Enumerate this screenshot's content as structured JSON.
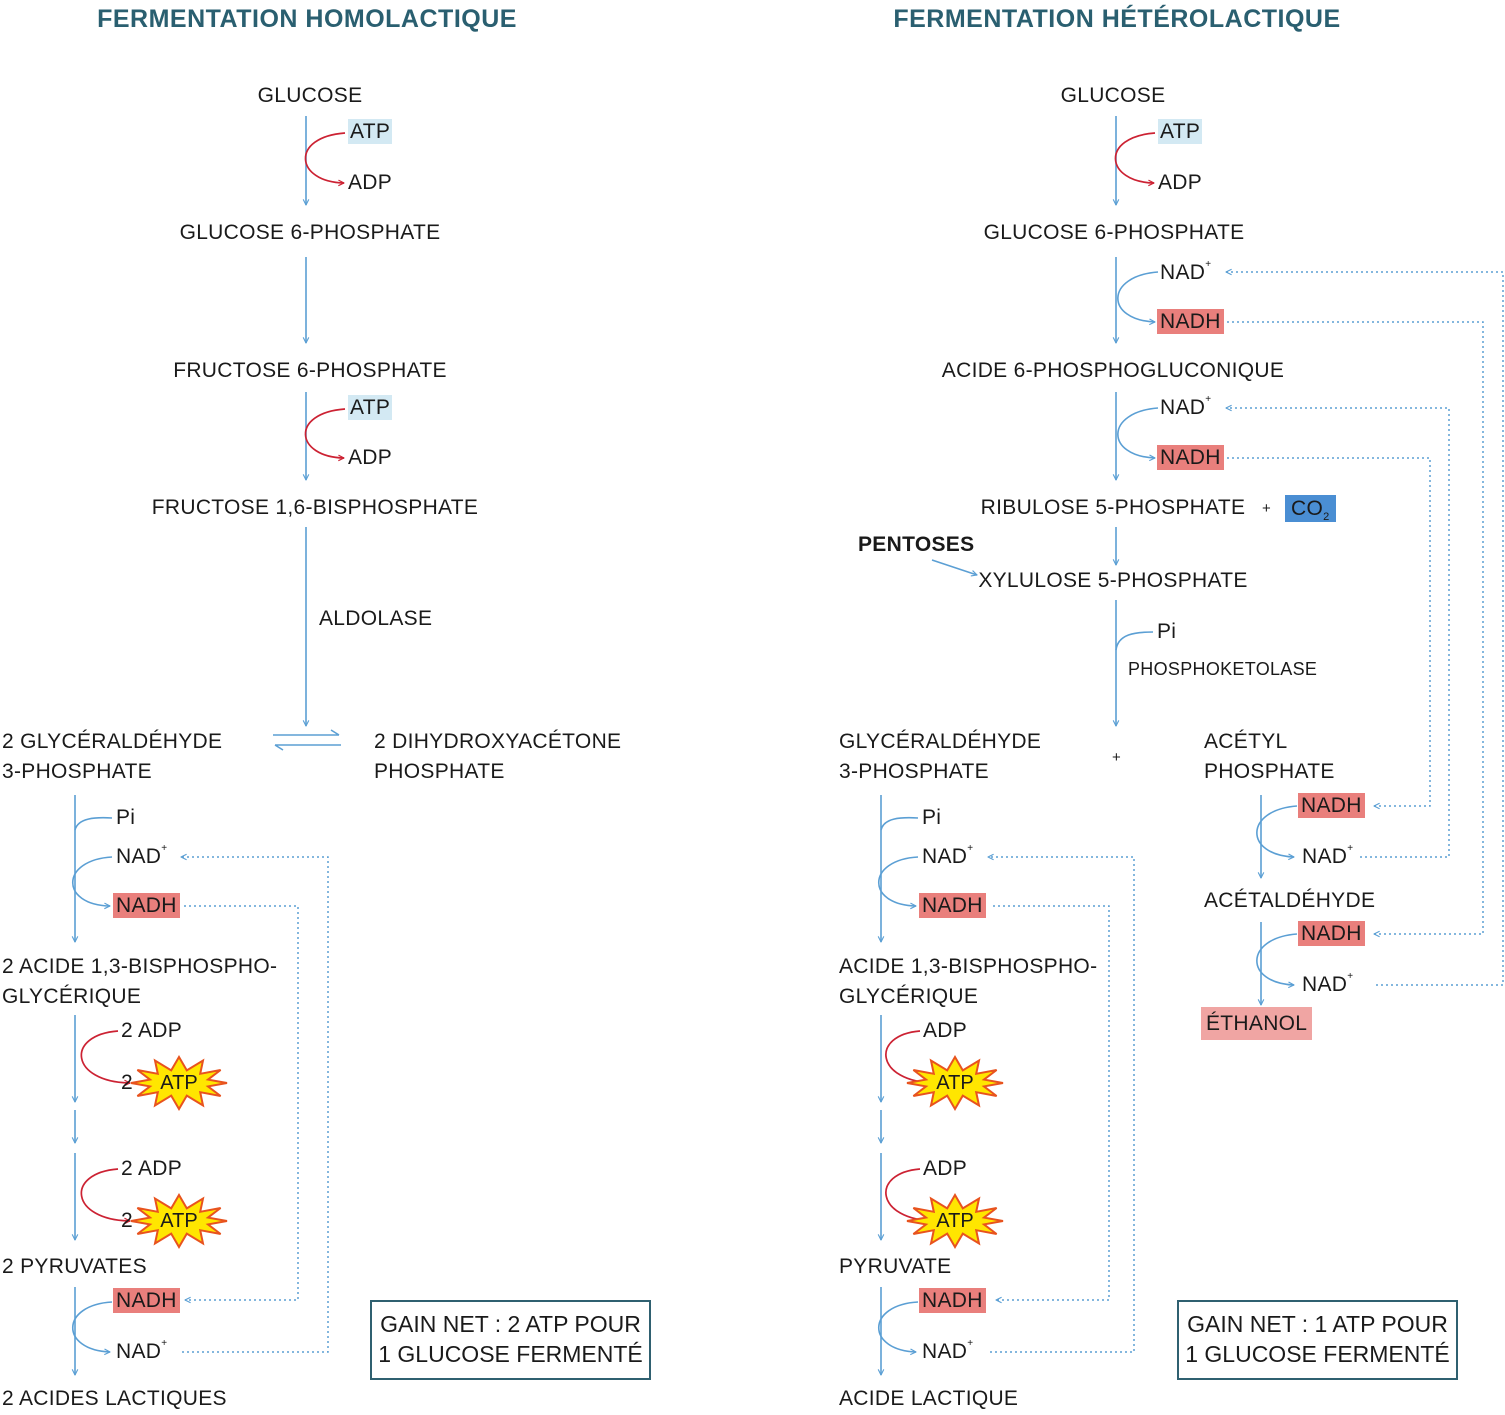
{
  "homo": {
    "title": "FERMENTATION HOMOLACTIQUE",
    "glucose": "GLUCOSE",
    "atp": "ATP",
    "adp": "ADP",
    "g6p": "GLUCOSE 6-PHOSPHATE",
    "f6p": "FRUCTOSE 6-PHOSPHATE",
    "f16bp": "FRUCTOSE 1,6-BISPHOSPHATE",
    "aldolase": "ALDOLASE",
    "gap_line1": "2 GLYCÉRALDÉHYDE",
    "gap_line2": "3-PHOSPHATE",
    "dhap_line1": "2 DIHYDROXYACÉTONE",
    "dhap_line2": "PHOSPHATE",
    "pi": "Pi",
    "nad": "NAD",
    "nad_sup": "+",
    "nadh": "NADH",
    "bpg_line1": "2 ACIDE 1,3-BISPHOSPHO-",
    "bpg_line2": "GLYCÉRIQUE",
    "two_adp": "2 ADP",
    "two": "2",
    "pyruvates": "2 PYRUVATES",
    "lactic": "2 ACIDES LACTIQUES",
    "gain_line1": "GAIN NET : 2 ATP POUR",
    "gain_line2": "1 GLUCOSE FERMENTÉ"
  },
  "hetero": {
    "title": "FERMENTATION HÉTÉROLACTIQUE",
    "glucose": "GLUCOSE",
    "atp": "ATP",
    "adp": "ADP",
    "g6p": "GLUCOSE 6-PHOSPHATE",
    "nad": "NAD",
    "nad_sup": "+",
    "nadh": "NADH",
    "pg": "ACIDE 6-PHOSPHOGLUCONIQUE",
    "ribulose": "RIBULOSE 5-PHOSPHATE",
    "plus": "+",
    "co2": "CO",
    "co2_sub": "2",
    "pentoses": "PENTOSES",
    "xylulose": "XYLULOSE 5-PHOSPHATE",
    "pi": "Pi",
    "phosphoketolase": "PHOSPHOKETOLASE",
    "gap_line1": "GLYCÉRALDÉHYDE",
    "gap_line2": "3-PHOSPHATE",
    "acetyl_line1": "ACÉTYL",
    "acetyl_line2": "PHOSPHATE",
    "acetaldehyde": "ACÉTALDÉHYDE",
    "ethanol": "ÉTHANOL",
    "bpg_line1": "ACIDE 1,3-BISPHOSPHO-",
    "bpg_line2": "GLYCÉRIQUE",
    "pyruvate": "PYRUVATE",
    "lactic": "ACIDE LACTIQUE",
    "gain_line1": "GAIN NET : 1 ATP POUR",
    "gain_line2": "1 GLUCOSE FERMENTÉ"
  },
  "colors": {
    "title": "#2a5f70",
    "pathway_arrow": "#5b9fd4",
    "atp_arrow": "#cc2233",
    "nadh_highlight": "#e97f7c",
    "atp_highlight": "#d3e9f3",
    "co2_highlight": "#4a8ed3",
    "ethanol_highlight": "#f0a5a3",
    "atp_star": "#ffe600"
  }
}
